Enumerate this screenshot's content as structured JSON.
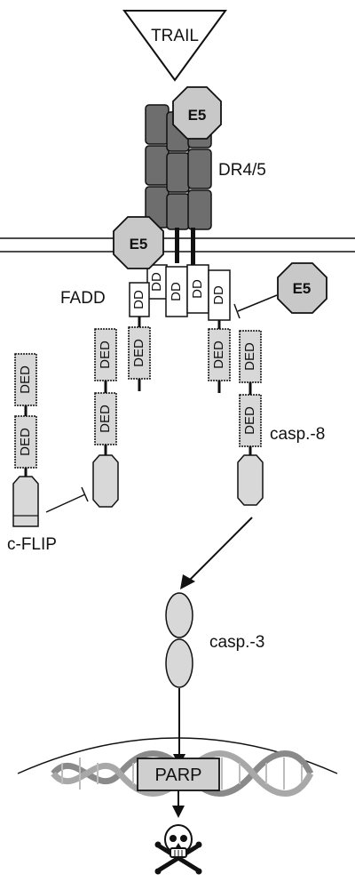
{
  "labels": {
    "ligand": "TRAIL",
    "receptor": "DR4/5",
    "adaptor": "FADD",
    "initiator_caspase": "casp.-8",
    "inhibitor": "c-FLIP",
    "executioner_caspase": "casp.-3",
    "substrate": "PARP"
  },
  "domains": {
    "death_domain": "DD",
    "death_effector_domain": "DED"
  },
  "agent": "E5",
  "icons": {
    "death": "skull-crossbones-icon",
    "dna": "dna-helix-icon"
  },
  "colors": {
    "receptor_fill": "#6e6e6e",
    "octagon_fill": "#c8c8c8",
    "domain_fill": "#d8d8d8",
    "line": "#111111"
  }
}
